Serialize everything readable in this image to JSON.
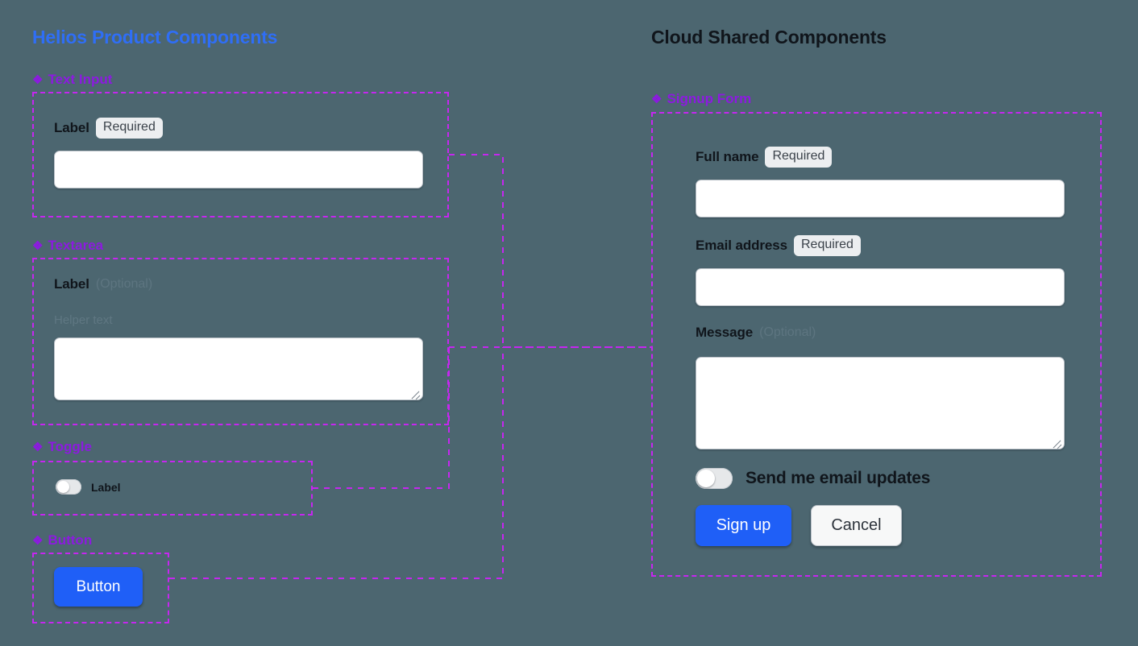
{
  "panels": {
    "left": {
      "title": "Helios Product Components",
      "title_color": "#2f6ef6",
      "sections": [
        {
          "icon": "diamond-icon",
          "glyph": "❖",
          "label": "Text Input"
        },
        {
          "icon": "diamond-icon",
          "glyph": "❖",
          "label": "Textarea"
        },
        {
          "icon": "diamond-icon",
          "glyph": "❖",
          "label": "Toggle"
        },
        {
          "icon": "diamond-icon",
          "glyph": "❖",
          "label": "Button"
        }
      ],
      "text_input": {
        "label": "Label",
        "badge": "Required",
        "value": "",
        "placeholder": ""
      },
      "textarea": {
        "label": "Label",
        "optional_note": "(Optional)",
        "helper_text": "Helper text",
        "value": "",
        "placeholder": ""
      },
      "toggle": {
        "label": "Label",
        "state": "off"
      },
      "button": {
        "label": "Button"
      }
    },
    "right": {
      "title": "Cloud Shared Components",
      "title_color": "#10151b",
      "sections": [
        {
          "icon": "diamond-icon",
          "glyph": "❖",
          "label": "Signup Form"
        }
      ],
      "signup_form": {
        "full_name": {
          "label": "Full name",
          "badge": "Required",
          "value": "",
          "placeholder": ""
        },
        "email": {
          "label": "Email address",
          "badge": "Required",
          "value": "",
          "placeholder": ""
        },
        "message": {
          "label": "Message",
          "optional_note": "(Optional)",
          "value": "",
          "placeholder": ""
        },
        "toggle": {
          "label": "Send me email updates",
          "state": "off"
        },
        "submit_label": "Sign up",
        "cancel_label": "Cancel"
      }
    }
  },
  "colors": {
    "background": "#4c6670",
    "accent_blue": "#2f6ef6",
    "primary_button": "#1f5ff7",
    "frame_purple": "#c626f0",
    "section_label_purple": "#8c1ae0",
    "badge_background": "#eceef0",
    "field_background": "#ffffff"
  }
}
